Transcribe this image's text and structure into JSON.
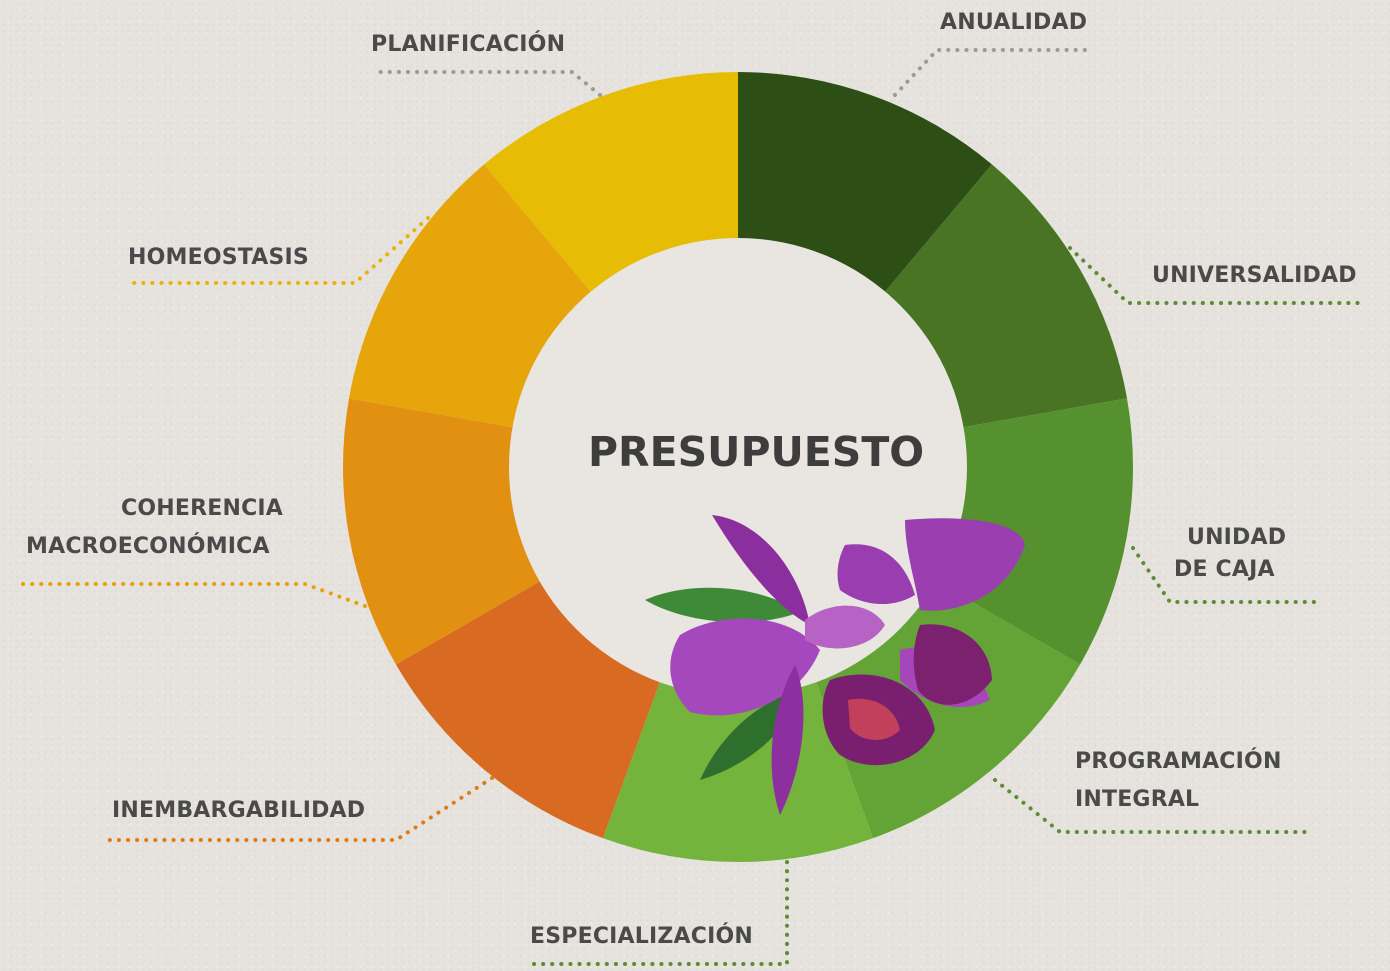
{
  "center_title": "PRESUPUESTO",
  "segments": [
    {
      "label": "ANUALIDAD",
      "color": "#2d4f16"
    },
    {
      "label": "UNIVERSALIDAD",
      "color": "#487424"
    },
    {
      "label": "UNIDAD DE CAJA",
      "color": "#56912f"
    },
    {
      "label": "PROGRAMACIÓN INTEGRAL",
      "color": "#64a437"
    },
    {
      "label": "ESPECIALIZACIÓN",
      "color": "#74b33c"
    },
    {
      "label": "INEMBARGABILIDAD",
      "color": "#d86a22"
    },
    {
      "label": "COHERENCIA MACROECONÓMICA",
      "color": "#e29011"
    },
    {
      "label": "HOMEOSTASIS",
      "color": "#e6a60b"
    },
    {
      "label": "PLANIFICACIÓN",
      "color": "#e7bc05"
    }
  ],
  "labels": {
    "anualidad": "ANUALIDAD",
    "universalidad": "UNIVERSALIDAD",
    "unidad_line1": "UNIDAD",
    "unidad_line2": "DE CAJA",
    "programacion_line1": "PROGRAMACIÓN",
    "programacion_line2": "INTEGRAL",
    "especializacion": "ESPECIALIZACIÓN",
    "inembargabilidad": "INEMBARGABILIDAD",
    "coherencia_line1": "COHERENCIA",
    "coherencia_line2": "MACROECONÓMICA",
    "homeostasis": "HOMEOSTASIS",
    "planificacion": "PLANIFICACIÓN"
  },
  "leader_colors": {
    "green": "#5d8c34",
    "yellow": "#e6b40a",
    "orange": "#e08a14",
    "dark_orange": "#d96a22",
    "gray": "#9a9a9a"
  },
  "flower_icon": "orchid-flower-icon"
}
